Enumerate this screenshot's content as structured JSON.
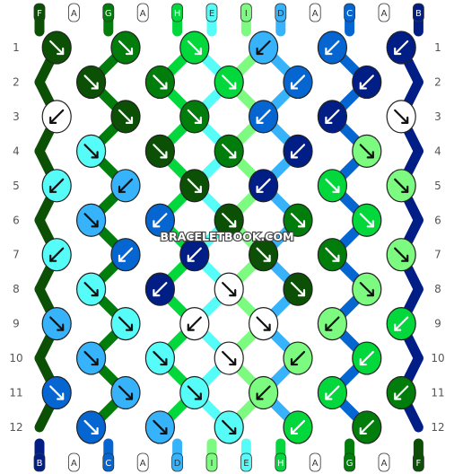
{
  "watermark": "BRACELETBOOK.COM",
  "colors": {
    "F": "#0b5005",
    "A": "#ffffff",
    "G": "#017d0b",
    "H": "#02d73c",
    "E": "#56fdf8",
    "I": "#7cfb80",
    "D": "#37b3fb",
    "C": "#0566d2",
    "B": "#011e86"
  },
  "top_strings": [
    "F",
    "A",
    "G",
    "A",
    "H",
    "E",
    "I",
    "D",
    "A",
    "C",
    "A",
    "B"
  ],
  "bottom_strings": [
    "B",
    "A",
    "C",
    "A",
    "D",
    "I",
    "E",
    "H",
    "A",
    "G",
    "A",
    "F"
  ],
  "row_labels": [
    "1",
    "2",
    "3",
    "4",
    "5",
    "6",
    "7",
    "8",
    "9",
    "10",
    "11",
    "12"
  ],
  "knot_rows": [
    [
      "rb-F",
      "rb-G",
      "rb-H",
      "lb-D",
      "lb-C",
      "lb-B"
    ],
    [
      "rb-F",
      "rb-G",
      "rb-H",
      "lb-C",
      "lb-B"
    ],
    [
      "lb-A",
      "rb-F",
      "rb-G",
      "lb-C",
      "lb-B",
      "rb-A"
    ],
    [
      "rb-E",
      "rb-F",
      "rb-G",
      "lb-B",
      "rb-I"
    ],
    [
      "lb-E",
      "lb-D",
      "rb-F",
      "lb-B",
      "rb-H",
      "rb-I"
    ],
    [
      "rb-D",
      "lb-C",
      "rb-F",
      "rb-G",
      "rb-H"
    ],
    [
      "lb-E",
      "lb-C",
      "lb-B",
      "rb-F",
      "rb-G",
      "rb-I"
    ],
    [
      "rb-E",
      "lb-B",
      "rb-A",
      "rb-F",
      "rb-I"
    ],
    [
      "rb-D",
      "rb-E",
      "lb-A",
      "rb-A",
      "lb-I",
      "lb-H"
    ],
    [
      "rb-D",
      "rb-E",
      "rb-A",
      "lb-I",
      "lb-H"
    ],
    [
      "rb-C",
      "rb-D",
      "rb-E",
      "lb-I",
      "lb-H",
      "lb-G"
    ],
    [
      "rb-C",
      "rb-D",
      "rb-E",
      "lb-H",
      "lb-G"
    ]
  ]
}
